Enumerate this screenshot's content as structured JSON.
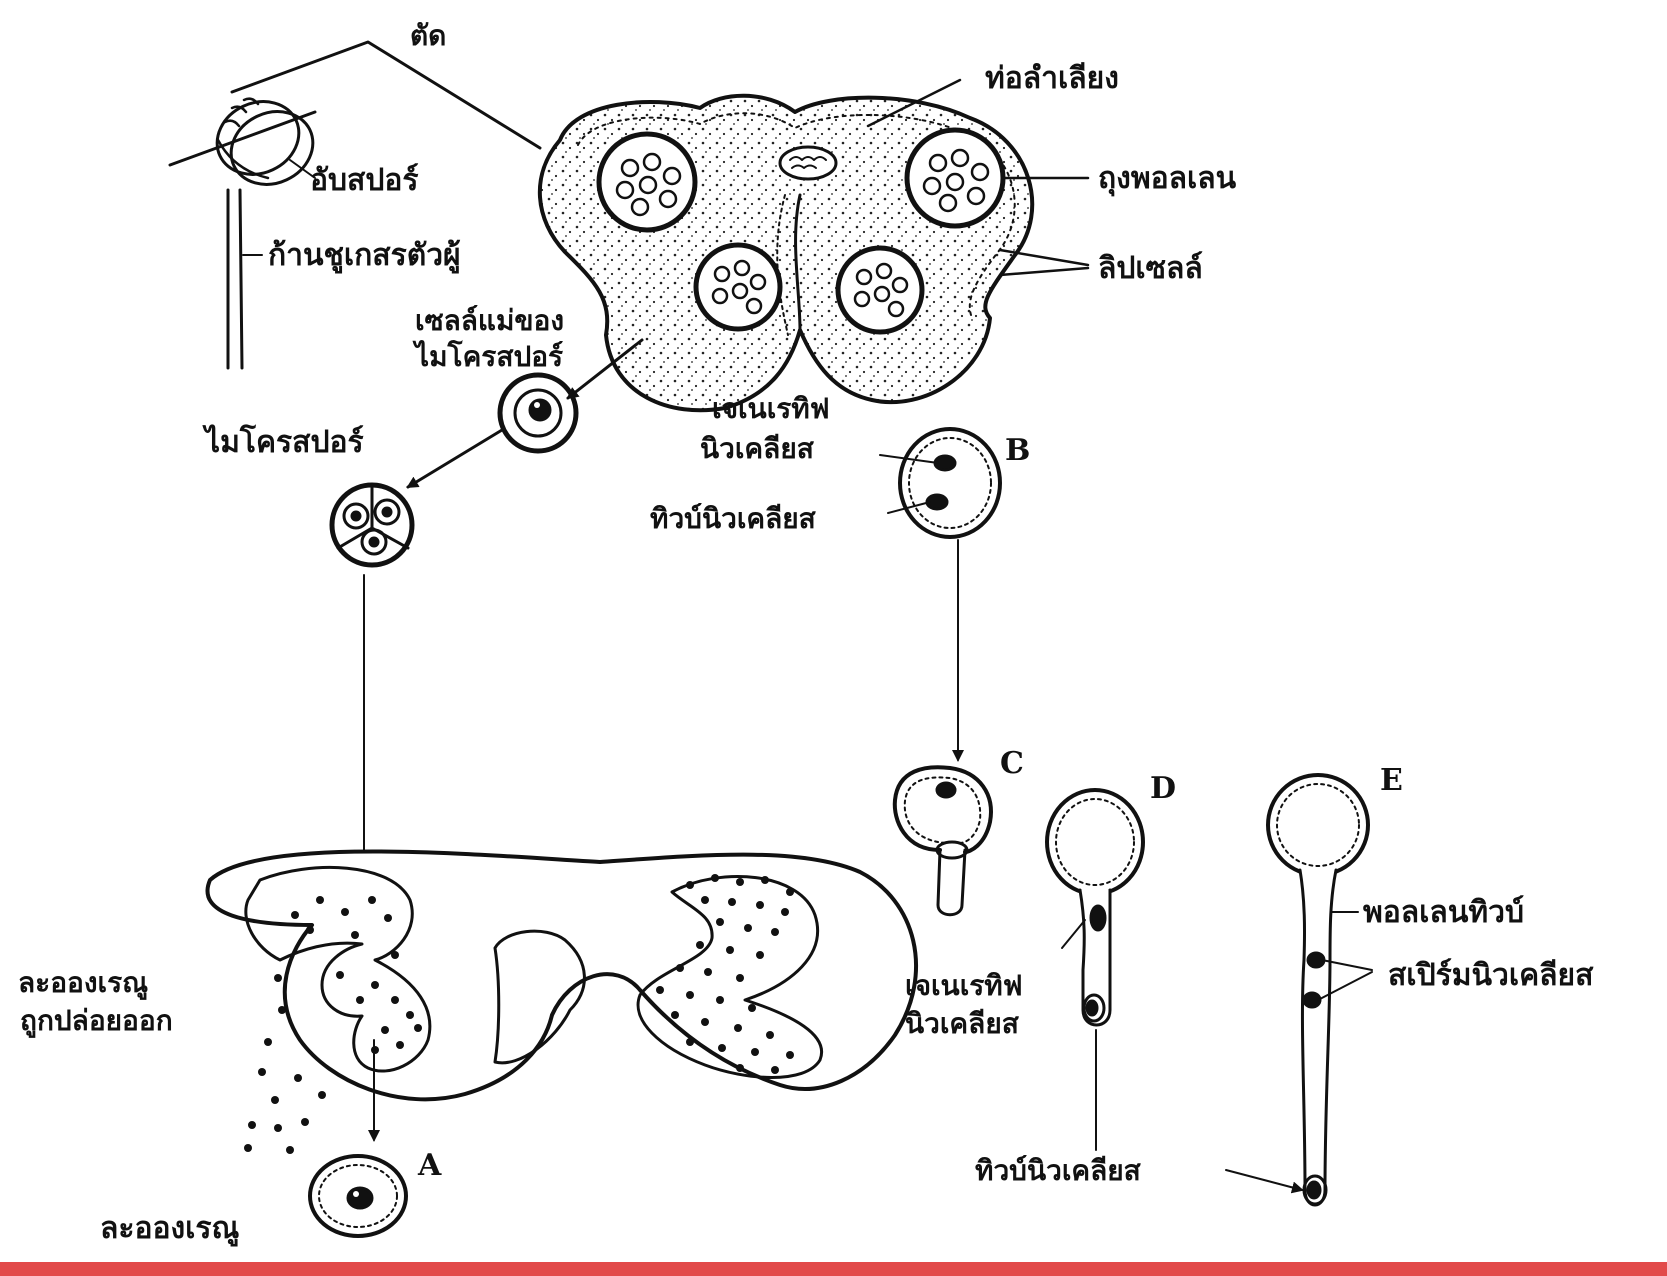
{
  "colors": {
    "ink": "#111111",
    "paper": "#ffffff",
    "border": "#e24a4a"
  },
  "labels": {
    "cut": "ตัด",
    "vascular": "ท่อลำเลียง",
    "anther": "อับสปอร์",
    "pollen_sac": "ถุงพอลเลน",
    "filament": "ก้านชูเกสรตัวผู้",
    "tapetum": "ลิปเซลล์",
    "mmc_line1": "เซลล์แม่ของ",
    "mmc_line2": "ไมโครสปอร์",
    "microspore": "ไมโครสปอร์",
    "gen_nuc_line1": "เจเนเรทิฟ",
    "gen_nuc_line2": "นิวเคลียส",
    "tube_nuc_b": "ทิวบ์นิวเคลียส",
    "pollen_tube": "พอลเลนทิวบ์",
    "sperm_nuclei": "สเปิร์มนิวเคลียส",
    "released_line1": "ละอองเรณู",
    "released_line2": "ถูกปล่อยออก",
    "gen_nuc2_line1": "เจเนเรทิฟ",
    "gen_nuc2_line2": "นิวเคลียส",
    "tube_nuc_bottom": "ทิวบ์นิวเคลียส",
    "pollen_grain": "ละอองเรณู"
  },
  "stage_letters": {
    "a": "A",
    "b": "B",
    "c": "C",
    "d": "D",
    "e": "E"
  }
}
